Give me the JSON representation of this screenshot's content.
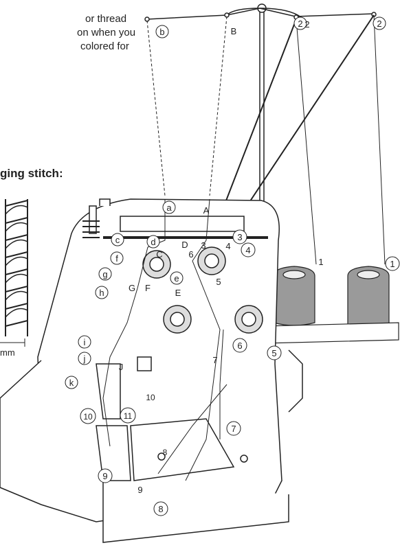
{
  "intro_lines": [
    "or thread",
    "on when you",
    "colored for"
  ],
  "stitch_heading": "ging stitch:",
  "stitch_width_unit": "mm",
  "thread_color": "#222222",
  "spool_color": "#9a9a9a",
  "labels_circled_letters": [
    "b",
    "a",
    "d",
    "c",
    "f",
    "g",
    "h",
    "e",
    "i",
    "j",
    "k"
  ],
  "labels_letters": [
    "B",
    "A",
    "D",
    "C",
    "G",
    "F",
    "E",
    "J"
  ],
  "labels_circled_numbers": [
    "2",
    "2",
    "3",
    "4",
    "1",
    "5",
    "6",
    "7",
    "8",
    "9",
    "10",
    "11"
  ],
  "labels_numbers": [
    "2",
    "3",
    "4",
    "1",
    "5",
    "6",
    "7",
    "10",
    "9",
    "8"
  ]
}
